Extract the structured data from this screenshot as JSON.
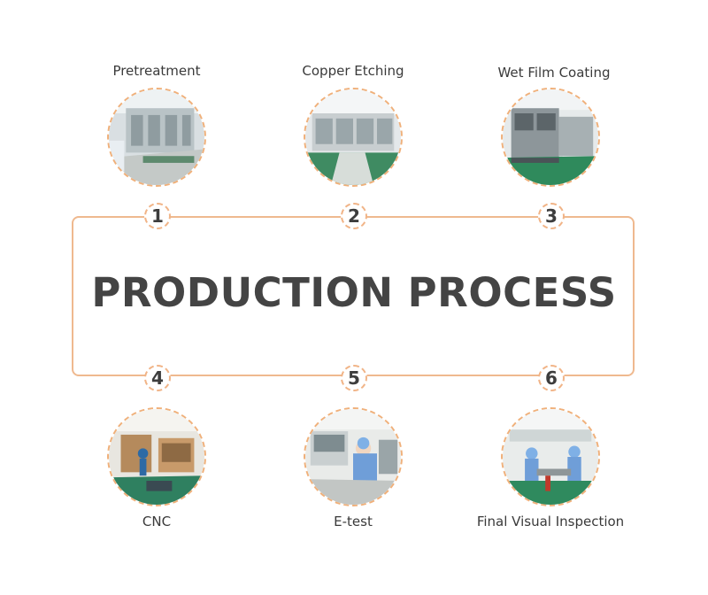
{
  "title": "PRODUCTION PROCESS",
  "accent_color": "#efb98f",
  "steps": [
    {
      "number": "1",
      "label": "Pretreatment",
      "photo": "pretreatment-line-photo"
    },
    {
      "number": "2",
      "label": "Copper Etching",
      "photo": "copper-etching-line-photo"
    },
    {
      "number": "3",
      "label": "Wet Film Coating",
      "photo": "wet-film-coating-machine-photo"
    },
    {
      "number": "4",
      "label": "CNC",
      "photo": "cnc-workshop-photo"
    },
    {
      "number": "5",
      "label": "E-test",
      "photo": "electrical-test-station-photo"
    },
    {
      "number": "6",
      "label": "Final Visual Inspection",
      "photo": "visual-inspection-room-photo"
    }
  ]
}
